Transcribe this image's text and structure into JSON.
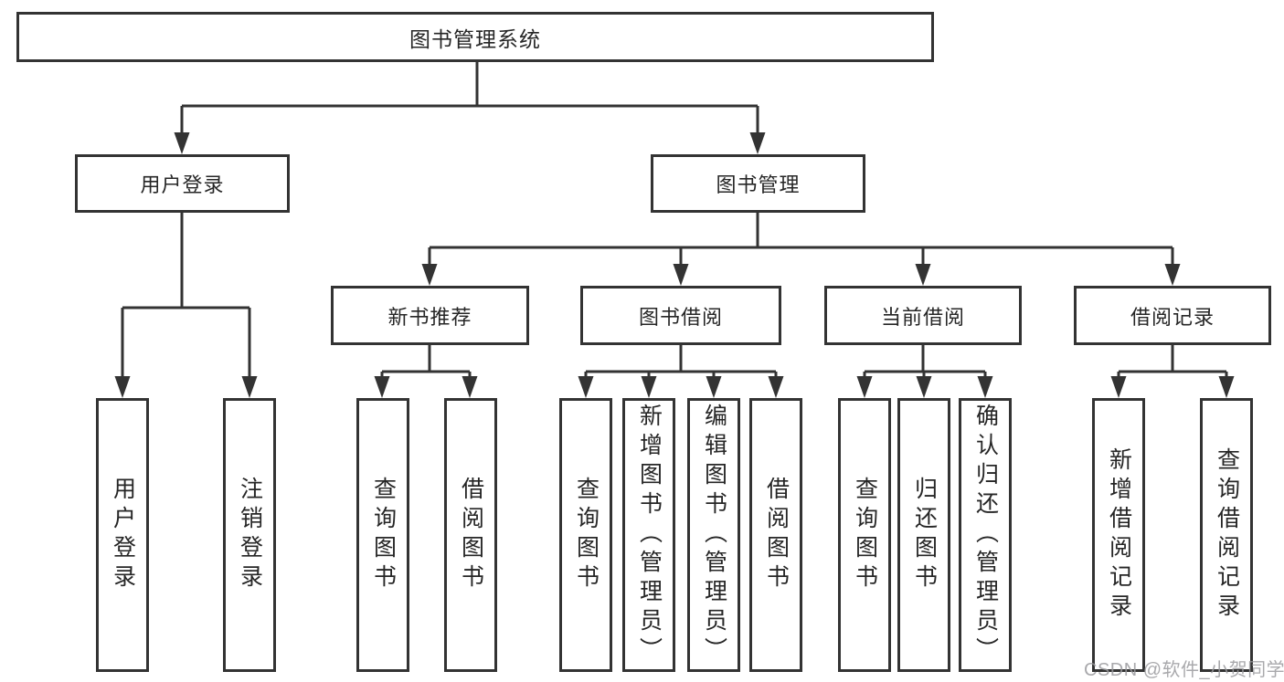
{
  "diagram_title": "图书管理系统",
  "colors": {
    "line": "#333333",
    "box_border": "#333333",
    "text": "#262626",
    "background": "#ffffff",
    "watermark": "#9a9a9e"
  },
  "tree": {
    "root": "图书管理系统",
    "branches": [
      {
        "label": "用户登录",
        "children": [
          "用户登录",
          "注销登录"
        ]
      },
      {
        "label": "图书管理",
        "groups": [
          {
            "label": "新书推荐",
            "children": [
              "查询图书",
              "借阅图书"
            ]
          },
          {
            "label": "图书借阅",
            "children": [
              "查询图书",
              "新增图书（管理员）",
              "编辑图书（管理员）",
              "借阅图书"
            ]
          },
          {
            "label": "当前借阅",
            "children": [
              "查询图书",
              "归还图书",
              "确认归还（管理员）"
            ]
          },
          {
            "label": "借阅记录",
            "children": [
              "新增借阅记录",
              "查询借阅记录"
            ]
          }
        ]
      }
    ]
  },
  "watermark": "CSDN @软件_小贺同学"
}
